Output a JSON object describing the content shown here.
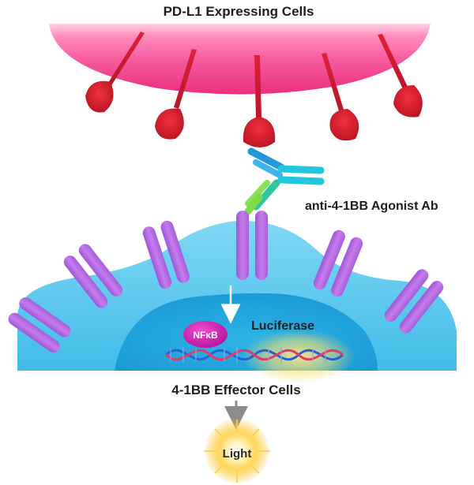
{
  "labels": {
    "top_cells": "PD-L1 Expressing Cells",
    "antibody": "anti-4-1BB Agonist Ab",
    "reporter": "Luciferase",
    "transcription_factor": "NFκB",
    "effector_cells": "4-1BB Effector Cells",
    "output": "Light"
  },
  "colors": {
    "top_cell": "#f23d8a",
    "pd_l1": "#d4202c",
    "effector_cell": "#55c8ec",
    "nucleus": "#1fa4de",
    "receptor": "#b66ee2",
    "nfkb": "#d81fb4",
    "light": "#ffc733"
  }
}
